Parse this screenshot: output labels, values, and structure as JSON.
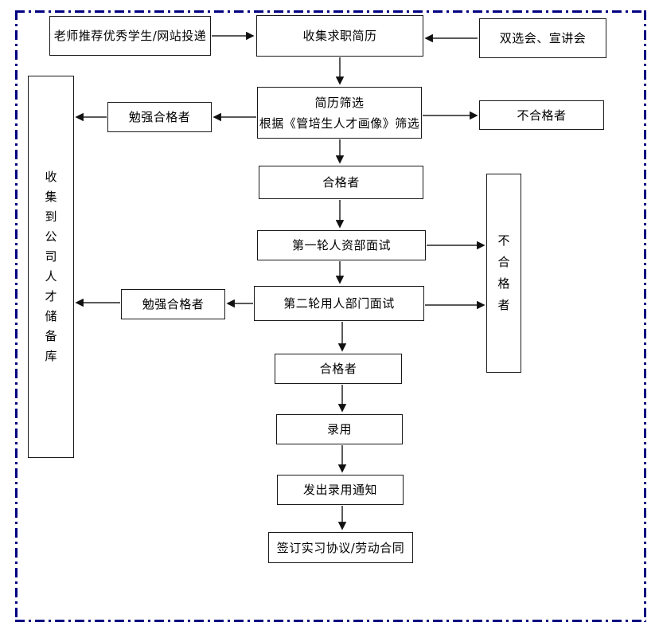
{
  "diagram": {
    "type": "flowchart",
    "frame_color": "#000080",
    "box_border_color": "#1a1a1a",
    "arrow_color": "#222222",
    "background_color": "#ffffff",
    "nodes": {
      "teacher_recommend": "老师推荐优秀学生/网站投递",
      "collect_resumes": "收集求职简历",
      "job_fair": "双选会、宣讲会",
      "resume_screening_line1": "简历筛选",
      "resume_screening_line2": "根据《管培生人才画像》筛选",
      "barely_qualified_1": "勉强合格者",
      "unqualified_1": "不合格者",
      "qualified_1": "合格者",
      "first_interview": "第一轮人资部面试",
      "second_interview": "第二轮用人部门面试",
      "talent_pool": "收集到公司人才储备库",
      "unqualified_2": "不合格者",
      "barely_qualified_2": "勉强合格者",
      "qualified_2": "合格者",
      "hire": "录用",
      "offer_notice": "发出录用通知",
      "sign_contract": "签订实习协议/劳动合同"
    },
    "edges": [
      {
        "from": "teacher_recommend",
        "to": "collect_resumes"
      },
      {
        "from": "job_fair",
        "to": "collect_resumes"
      },
      {
        "from": "collect_resumes",
        "to": "resume_screening"
      },
      {
        "from": "resume_screening",
        "to": "barely_qualified_1"
      },
      {
        "from": "barely_qualified_1",
        "to": "talent_pool"
      },
      {
        "from": "resume_screening",
        "to": "unqualified_1"
      },
      {
        "from": "resume_screening",
        "to": "qualified_1"
      },
      {
        "from": "qualified_1",
        "to": "first_interview"
      },
      {
        "from": "first_interview",
        "to": "unqualified_2"
      },
      {
        "from": "first_interview",
        "to": "second_interview"
      },
      {
        "from": "second_interview",
        "to": "unqualified_2"
      },
      {
        "from": "second_interview",
        "to": "barely_qualified_2"
      },
      {
        "from": "barely_qualified_2",
        "to": "talent_pool"
      },
      {
        "from": "second_interview",
        "to": "qualified_2"
      },
      {
        "from": "qualified_2",
        "to": "hire"
      },
      {
        "from": "hire",
        "to": "offer_notice"
      },
      {
        "from": "offer_notice",
        "to": "sign_contract"
      }
    ]
  }
}
